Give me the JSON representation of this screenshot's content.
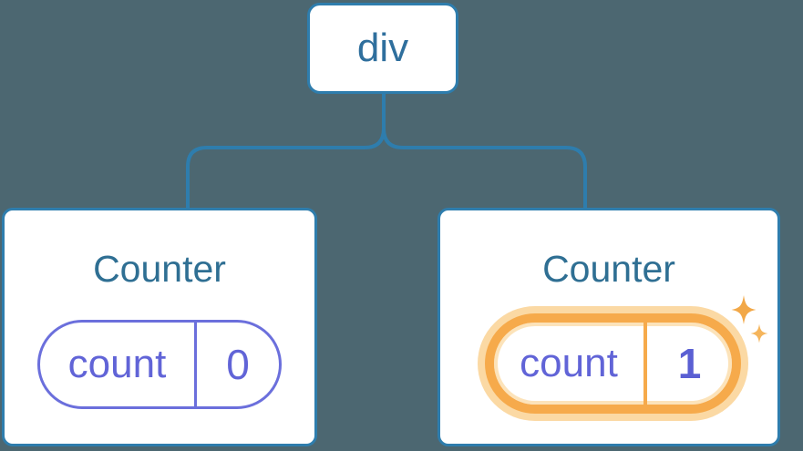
{
  "diagram": {
    "root": {
      "label": "div"
    },
    "children": [
      {
        "title": "Counter",
        "state_key": "count",
        "state_value": "0",
        "highlighted": false
      },
      {
        "title": "Counter",
        "state_key": "count",
        "state_value": "1",
        "highlighted": true
      }
    ],
    "icons": {
      "sparkle_large": "sparkle-icon",
      "sparkle_small": "sparkle-icon"
    }
  },
  "colors": {
    "background": "#4c6771",
    "node-fill": "#ffffff",
    "blue-stroke": "#2e7dad",
    "root-label": "#2f6f9d",
    "title": "#2f6f93",
    "purple-stroke": "#6b6fdc",
    "purple-text": "#6164d7",
    "purple-bold": "#5a5fd3",
    "orange": "#f6aa4b",
    "orange-glow": "#fbd9a4",
    "orange-inner": "#fce3ba",
    "sparkle-large": "#f2a848",
    "sparkle-small": "#f5b55c"
  }
}
